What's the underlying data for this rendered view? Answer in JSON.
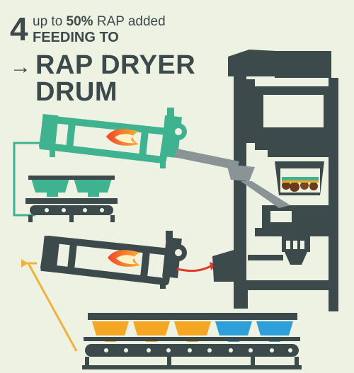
{
  "header": {
    "step_number": "4",
    "line1_prefix": "up to ",
    "line1_percent": "50%",
    "line1_suffix": " RAP added",
    "line2": "FEEDING TO",
    "arrow_glyph": "→",
    "line3": "RAP DRYER",
    "line4": "DRUM"
  },
  "colors": {
    "background": "#eef2e3",
    "machine_dark": "#3d4a4c",
    "rap_green": "#3fb38f",
    "virgin_orange": "#f5a623",
    "virgin_blue": "#2e9fd8",
    "transfer_red": "#e23a2a",
    "feed_arrow_orange": "#f0b23a",
    "flame_red": "#f0462a",
    "flame_yellow": "#f9b233",
    "chute_grey": "#8a9496"
  },
  "icons": {
    "rap_drum": "rotating-dryer-drum",
    "virgin_drum": "rotating-dryer-drum",
    "burner_flame": "flame-icon",
    "bins": "cold-feed-bin",
    "plant": "asphalt-batch-tower"
  }
}
